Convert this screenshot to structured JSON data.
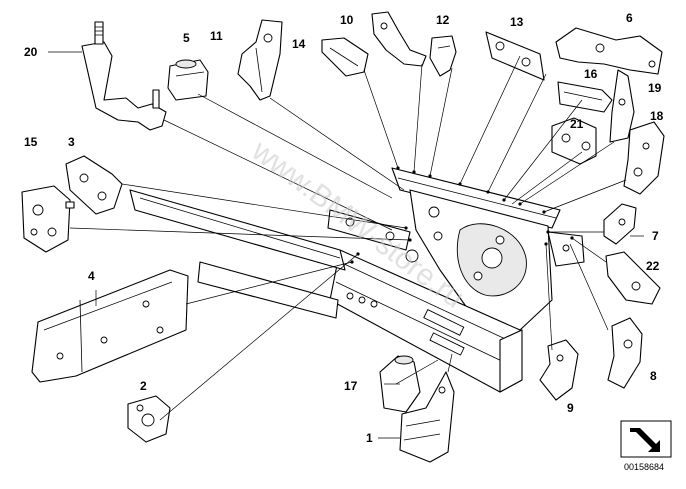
{
  "callouts": {
    "c1": "1",
    "c2": "2",
    "c3": "3",
    "c4": "4",
    "c5": "5",
    "c6": "6",
    "c7": "7",
    "c8": "8",
    "c9": "9",
    "c10": "10",
    "c11": "11",
    "c12": "12",
    "c13": "13",
    "c14": "14",
    "c15": "15",
    "c16": "16",
    "c17": "17",
    "c18": "18",
    "c19": "19",
    "c20": "20",
    "c21": "21",
    "c22": "22"
  },
  "watermark": "www.BMW-store.ru",
  "diagram_id": "00158684",
  "icons": {
    "arrow": "view-direction-arrow-icon"
  }
}
